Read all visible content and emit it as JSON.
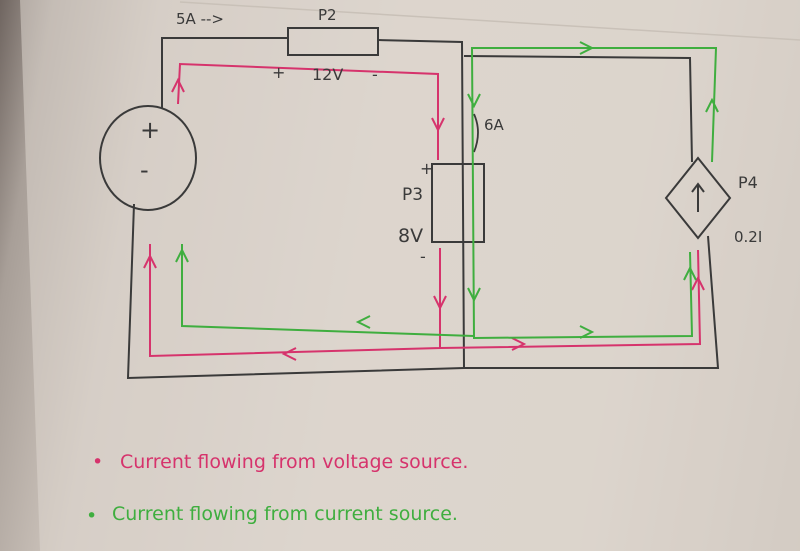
{
  "colors": {
    "paper": "#ddd5cd",
    "ink": "#3a3a3a",
    "voltage_path": "#d6336c",
    "current_path": "#3fae3f"
  },
  "labels": {
    "source_current": "5A -->",
    "p2": "P2",
    "p2_plus": "+",
    "p2_voltage": "12V",
    "p2_minus": "-",
    "middle_current": "6A",
    "p3_plus": "+",
    "p3": "P3",
    "p3_voltage": "8V",
    "p3_minus": "-",
    "p4": "P4",
    "p4_value": "0.2I",
    "vsource_plus": "+",
    "vsource_minus": "-",
    "csource_arrow": "↑"
  },
  "legend": {
    "voltage_bullet": "•",
    "voltage_text": "Current flowing from voltage source.",
    "current_bullet": "•",
    "current_text": "Current flowing from current source."
  }
}
